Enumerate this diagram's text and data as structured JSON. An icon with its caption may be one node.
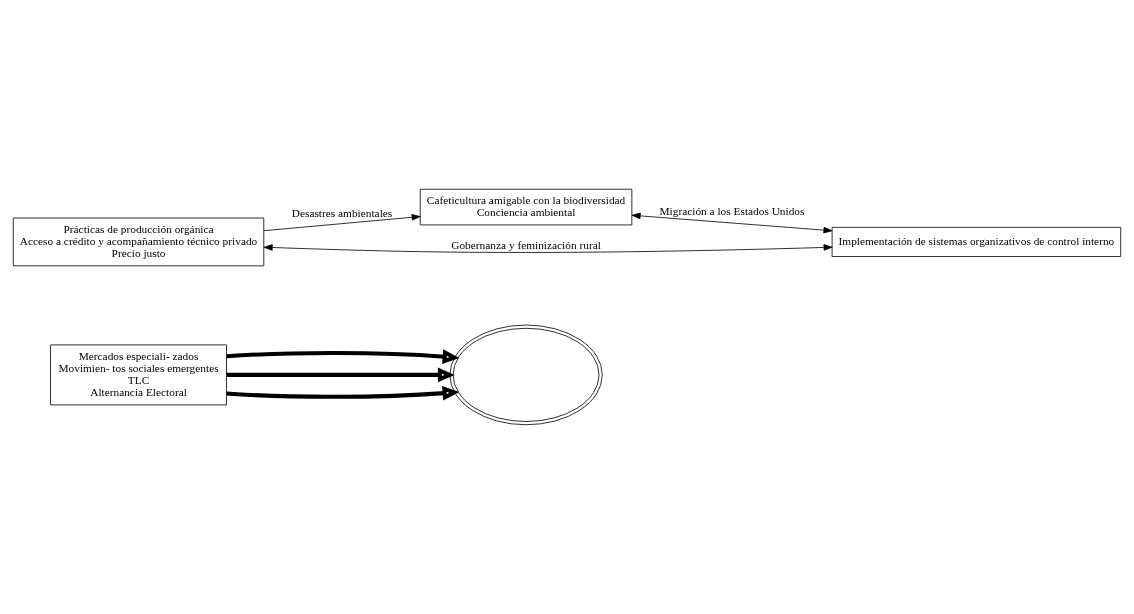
{
  "diagram": {
    "nodes": [
      {
        "text": [
          "Mercados especiali- zados",
          "Movimien- tos sociales emergentes",
          "TLC",
          "Alternancia Electoral"
        ]
      },
      {
        "text": [],
        "shape": "ellipse"
      },
      {
        "text": [
          "Cafeticultura amigable con la biodiversidad",
          "Conciencia ambiental"
        ]
      },
      {
        "text": [
          "Implementación de sistemas organizativos de control interno"
        ]
      },
      {
        "text": [
          "Prácticas de producción orgánica",
          "Acceso a crédito y acompañamiento técnico privado",
          "Precio justo"
        ]
      }
    ],
    "edges": [
      {
        "from": 0,
        "to": 1,
        "arrow": "to",
        "style": "thick"
      },
      {
        "from": 0,
        "to": 1,
        "arrow": "to",
        "style": "thick"
      },
      {
        "from": 0,
        "to": 1,
        "arrow": "to",
        "style": "thick"
      },
      {
        "from": 4,
        "to": 2,
        "arrow": "to",
        "label": "Desastres ambientales"
      },
      {
        "from": 2,
        "to": 3,
        "arrow": "both",
        "label": "Migración a los Estados Unidos"
      },
      {
        "from": 4,
        "to": 3,
        "arrow": "both",
        "label": "Gobernanza y feminización rural"
      }
    ]
  }
}
